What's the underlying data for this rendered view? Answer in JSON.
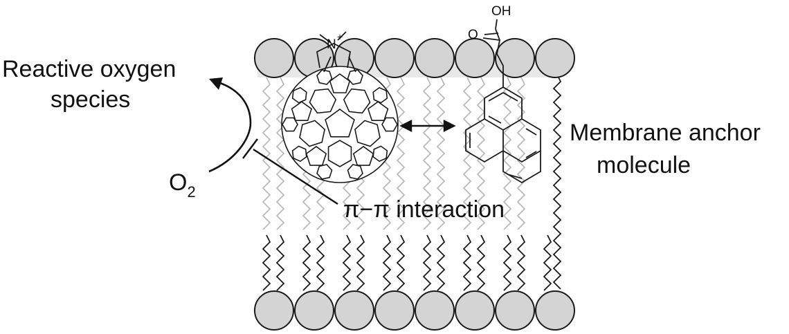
{
  "labels": {
    "ros_line1": "Reactive oxygen",
    "ros_line2": "species",
    "o2_main": "O",
    "o2_sub": "2",
    "pi_interaction": "π−π interaction",
    "anchor_line1": "Membrane anchor",
    "anchor_line2": "molecule"
  },
  "chem_labels": {
    "ammonium_n": "N",
    "ammonium_charge": "+",
    "carboxyl_o": "O",
    "carboxyl_oh": "OH"
  },
  "colors": {
    "lipid_head_fill": "#d4d4d4",
    "outline": "#1a1a1a",
    "inner_tail": "#b5b5b5",
    "upper_band": "#e8e8e8"
  },
  "lipid_layers": {
    "top_heads": 8,
    "bottom_heads": 8
  }
}
